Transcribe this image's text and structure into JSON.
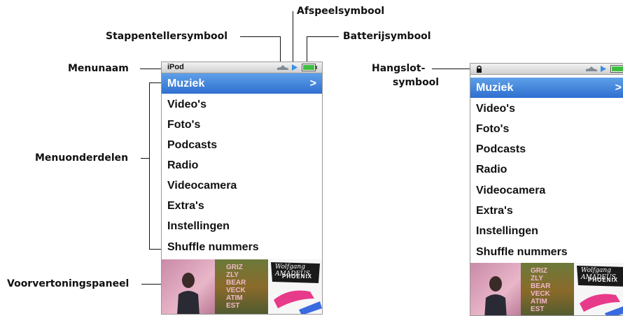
{
  "callouts": {
    "play_icon": "Afspeelsymbool",
    "step_counter_icon": "Stappentellersymbool",
    "battery_icon": "Batterijsymbool",
    "menu_name": "Menunaam",
    "menu_items": "Menuonderdelen",
    "preview_panel": "Voorvertoningspaneel",
    "lock_icon_line1": "Hangslot-",
    "lock_icon_line2": "symbool"
  },
  "screen_left": {
    "title": "iPod",
    "selected_chevron": ">",
    "menu": [
      "Muziek",
      "Video's",
      "Foto's",
      "Podcasts",
      "Radio",
      "Videocamera",
      "Extra's",
      "Instellingen",
      "Shuffle nummers"
    ]
  },
  "screen_right": {
    "selected_chevron": ">",
    "menu": [
      "Muziek",
      "Video's",
      "Foto's",
      "Podcasts",
      "Radio",
      "Videocamera",
      "Extra's",
      "Instellingen",
      "Shuffle nummers"
    ]
  },
  "album_art": {
    "cover2_text": "GRIZ ZLY BEAR VECK ATIM EST",
    "cover3_text_script": "Wolfgang AMADEUS",
    "cover3_text_bold": "PHOENIX"
  },
  "colors": {
    "selection": "#2f6fd0",
    "play": "#3a8ee0",
    "battery": "#3fbf3f"
  }
}
